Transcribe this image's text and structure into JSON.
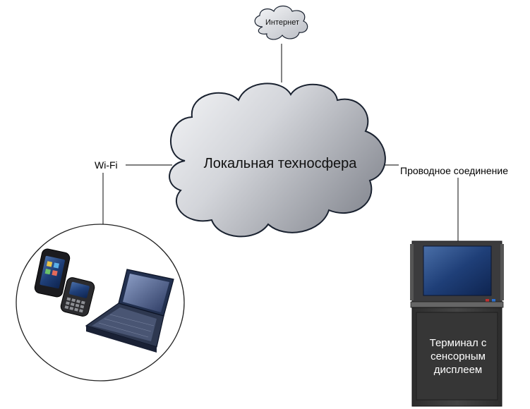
{
  "internet_label": "Интернет",
  "local_label": "Локальная техносфера",
  "wifi_label": "Wi-Fi",
  "wired_label": "Проводное соединение",
  "terminal_lines": [
    "Терминал с",
    "сенсорным",
    "дисплеем"
  ],
  "colors": {
    "cloud_light": "#f2f3f5",
    "cloud_dark": "#8d9098",
    "outline": "#1a2230",
    "terminal_body": "#3a3a3a",
    "screen": "#1c3a6e"
  }
}
